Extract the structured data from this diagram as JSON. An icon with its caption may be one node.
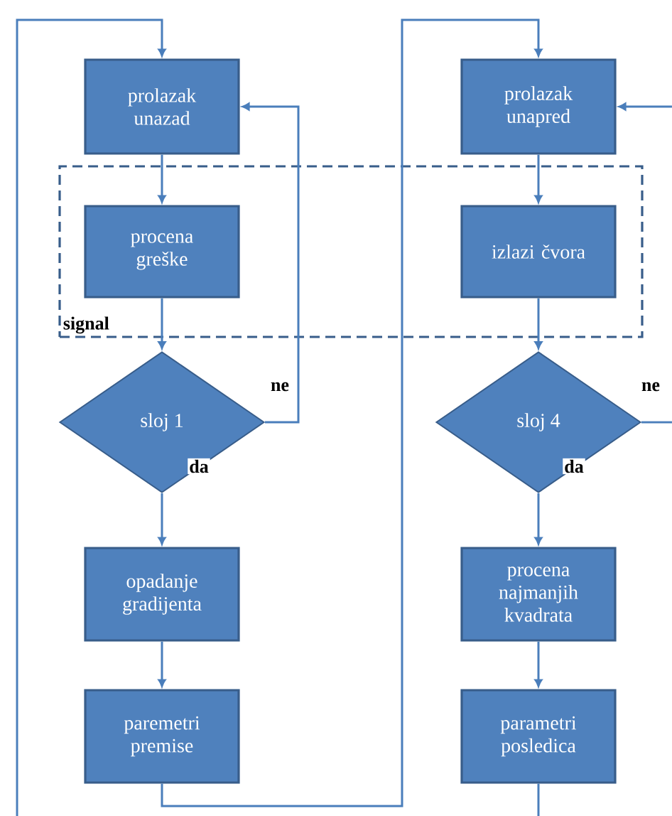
{
  "diagram": {
    "nodes": [
      {
        "text": [
          "prolazak unazad"
        ]
      },
      {
        "text": [
          "prolazak unapred"
        ]
      },
      {
        "text": [
          "signal"
        ]
      },
      {
        "text": [
          "procena greške"
        ],
        "in": 2
      },
      {
        "text": [
          "izlazi čvora"
        ],
        "in": 2
      },
      {
        "text": [
          "sloj 1"
        ]
      },
      {
        "text": [
          "sloj 4"
        ]
      },
      {
        "text": [
          "opadanje gradijenta"
        ]
      },
      {
        "text": [
          "procena najmanjih kvadrata"
        ]
      },
      {
        "text": [
          "paremetri premise"
        ]
      },
      {
        "text": [
          "parametri posledica"
        ]
      }
    ],
    "edges": [
      {
        "from": 0,
        "to": 3,
        "arrow": "to"
      },
      {
        "from": 3,
        "to": 5,
        "arrow": "to"
      },
      {
        "from": 5,
        "to": 0,
        "arrow": "to",
        "label": "ne"
      },
      {
        "from": 5,
        "to": 7,
        "arrow": "to",
        "label": "da"
      },
      {
        "from": 7,
        "to": 9,
        "arrow": "to"
      },
      {
        "from": 9,
        "to": 1,
        "arrow": "to"
      },
      {
        "from": 1,
        "to": 4,
        "arrow": "to"
      },
      {
        "from": 4,
        "to": 6,
        "arrow": "to"
      },
      {
        "from": 6,
        "to": 8,
        "arrow": "to",
        "label": "da"
      },
      {
        "from": 8,
        "to": 10,
        "arrow": "to"
      },
      {
        "from": 6,
        "to": null,
        "arrow": "none",
        "label": "ne"
      },
      {
        "from": null,
        "to": 1,
        "arrow": "to"
      },
      {
        "from": 10,
        "to": null,
        "arrow": "none"
      },
      {
        "from": null,
        "to": 0,
        "arrow": "to"
      }
    ]
  }
}
